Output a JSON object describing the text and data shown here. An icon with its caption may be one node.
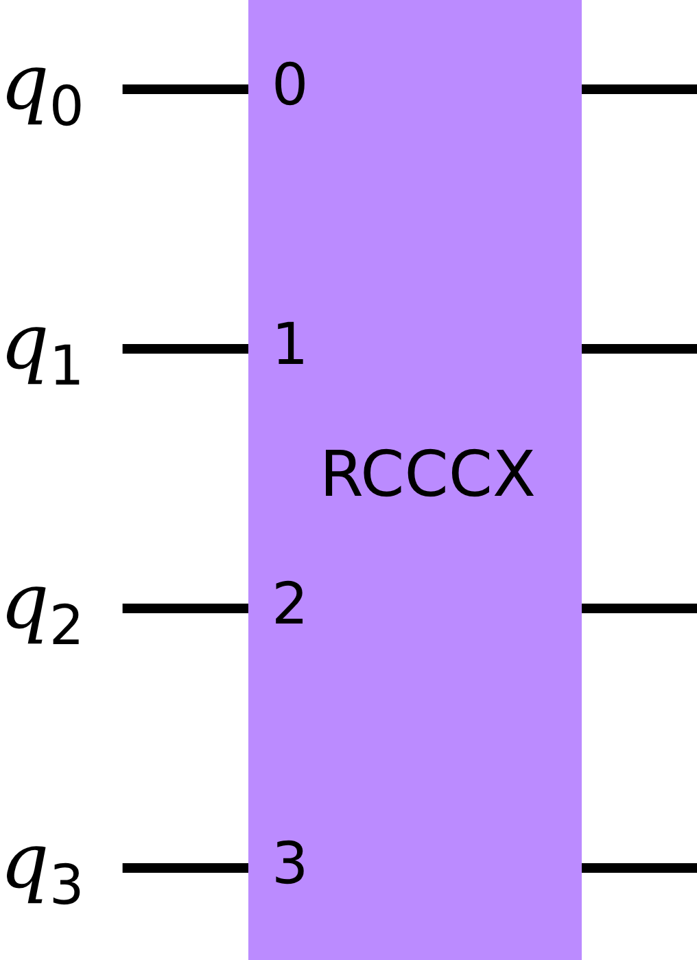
{
  "diagram": {
    "nodes": [
      {
        "text": [
          "*q*$_{0}$"
        ]
      },
      {
        "text": [
          "*q*$_{1}$"
        ]
      },
      {
        "text": [
          "*q*$_{2}$"
        ]
      },
      {
        "text": [
          "*q*$_{3}$"
        ]
      },
      {
        "text": [
          "RCCCX"
        ]
      },
      {
        "text": [
          "0"
        ],
        "in": 4
      },
      {
        "text": [
          "1"
        ],
        "in": 4
      },
      {
        "text": [
          "2"
        ],
        "in": 4
      },
      {
        "text": [
          "3"
        ],
        "in": 4
      }
    ],
    "edges": [
      {
        "from": 0,
        "to": 5,
        "arrow": "none"
      },
      {
        "from": 1,
        "to": 6,
        "arrow": "none"
      },
      {
        "from": 2,
        "to": 7,
        "arrow": "none"
      },
      {
        "from": 3,
        "to": 8,
        "arrow": "none"
      },
      {
        "from": 4,
        "to": null,
        "arrow": "none"
      },
      {
        "from": 4,
        "to": null,
        "arrow": "none"
      },
      {
        "from": 4,
        "to": null,
        "arrow": "none"
      },
      {
        "from": 4,
        "to": null,
        "arrow": "none"
      }
    ]
  }
}
